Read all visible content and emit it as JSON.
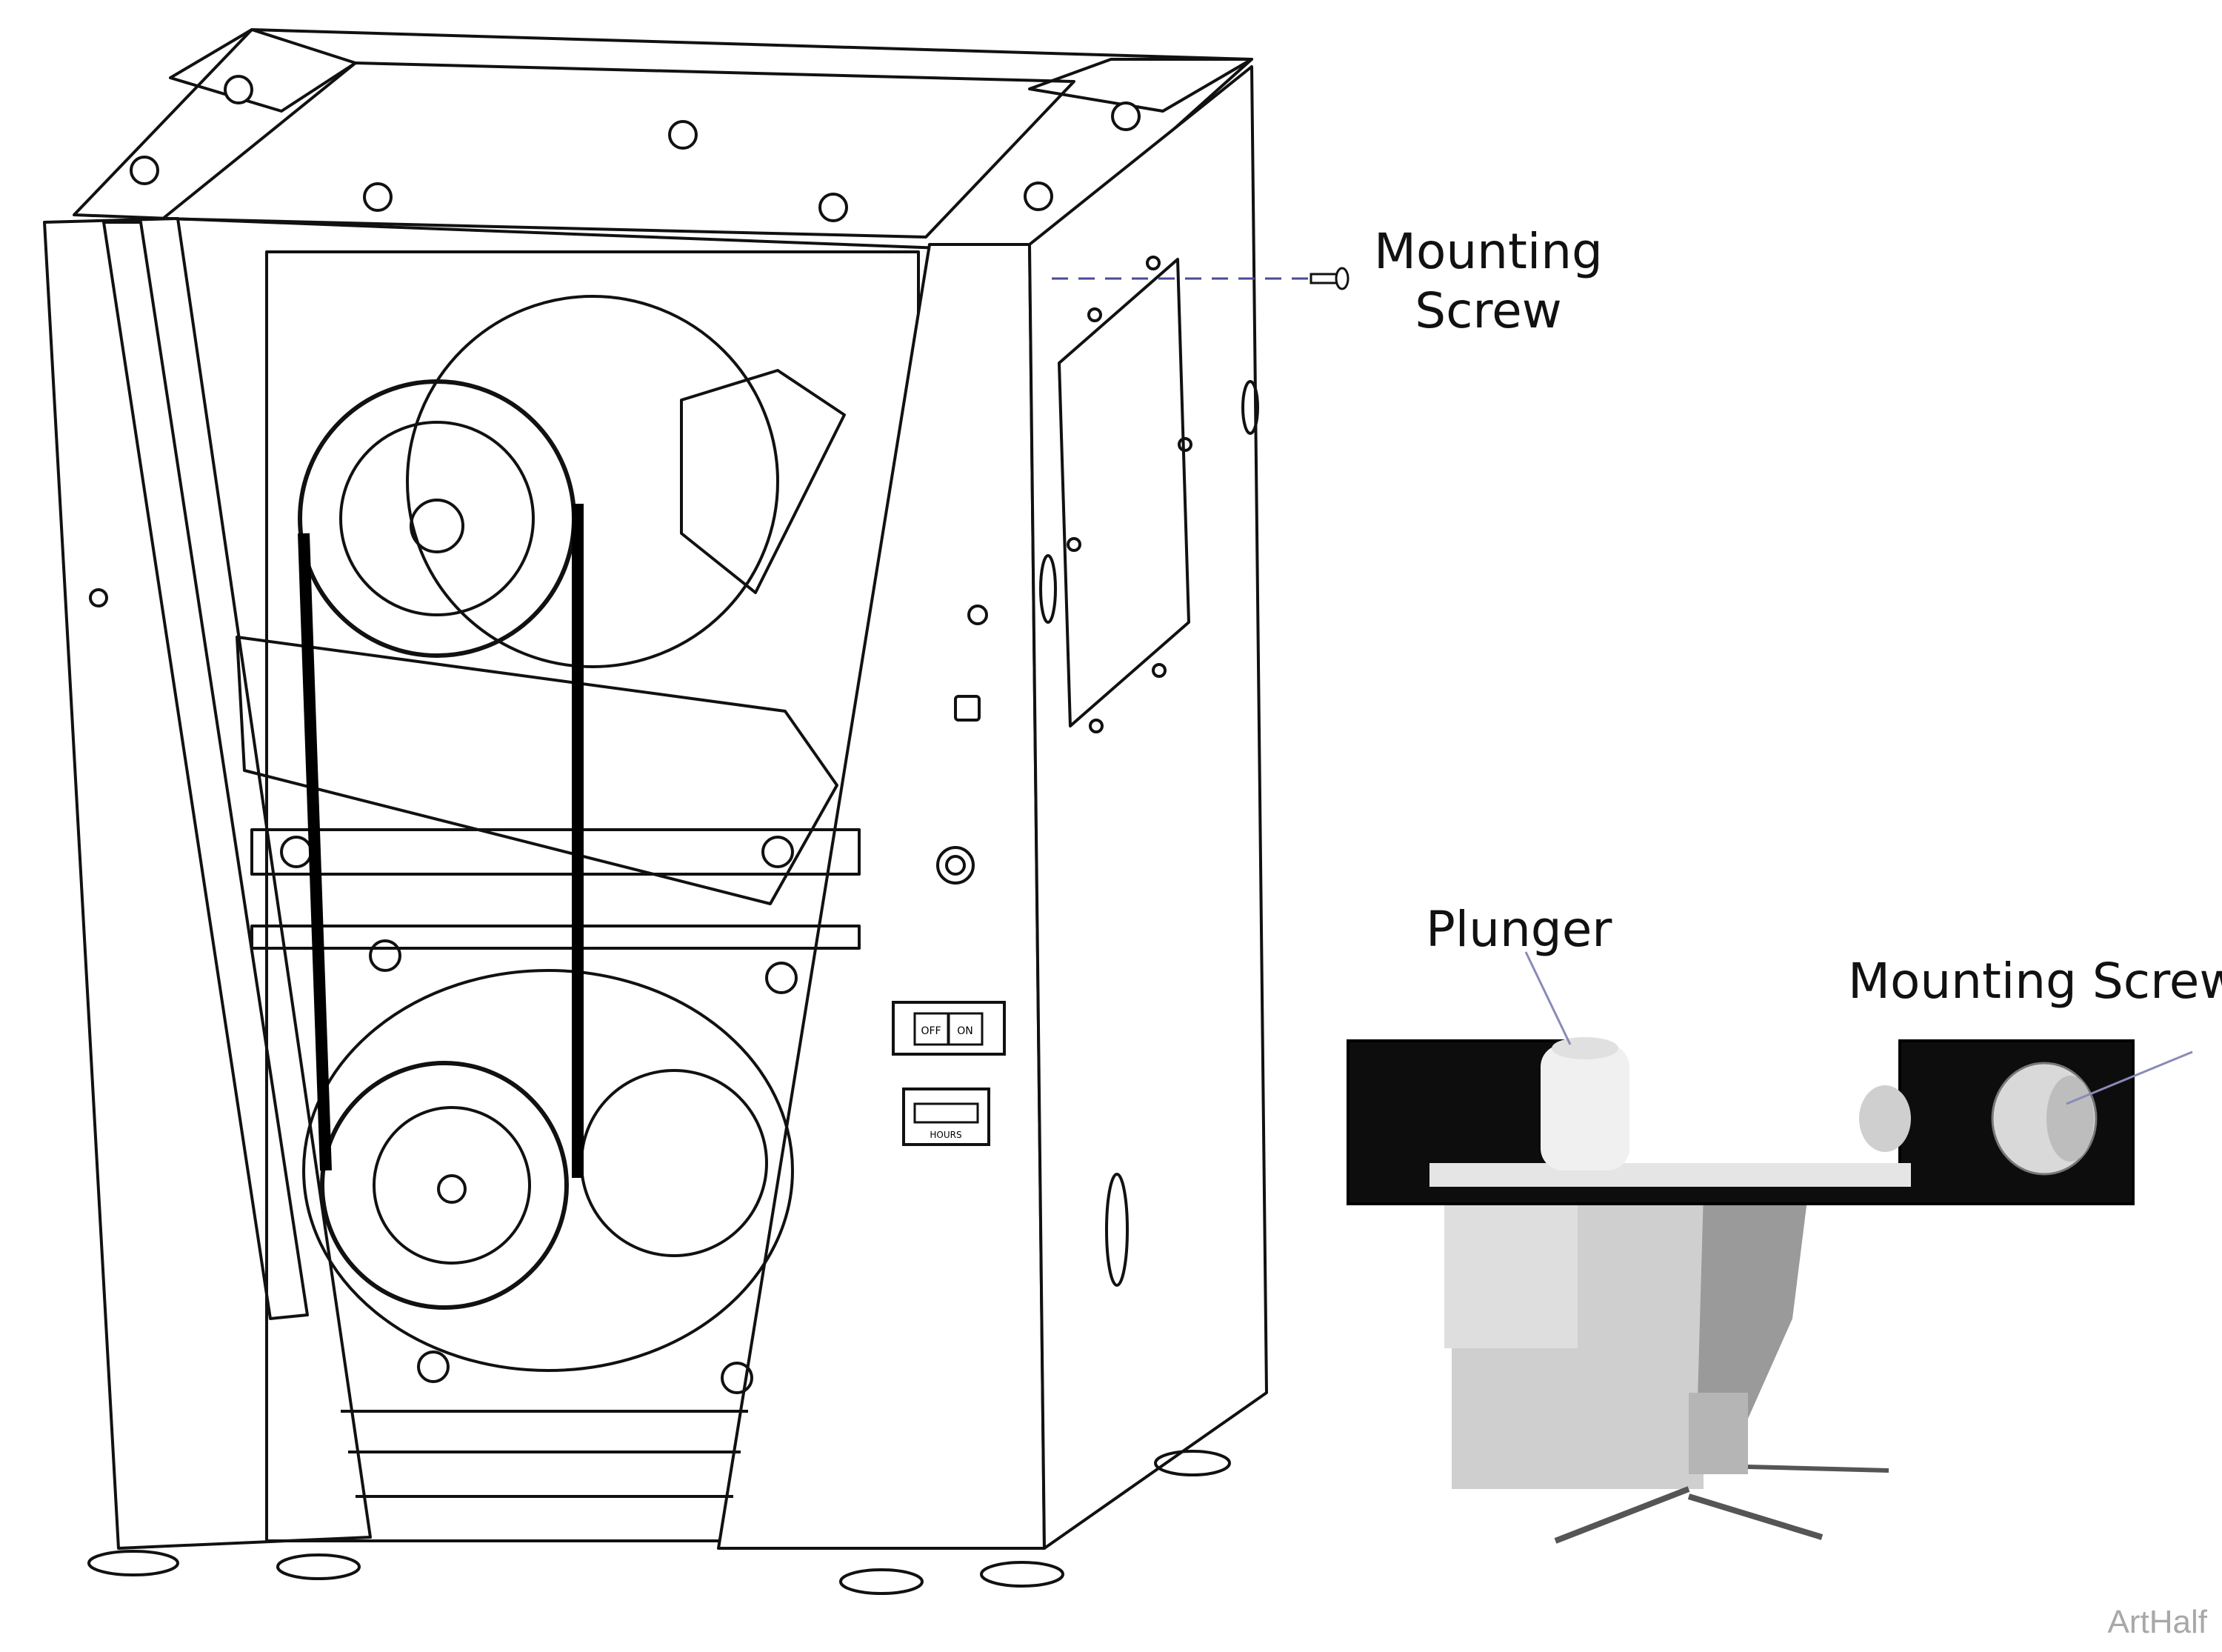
{
  "labels": {
    "mounting_screw_top_line1": "Mounting",
    "mounting_screw_top_line2": "Screw",
    "plunger": "Plunger",
    "mounting_screw_inset": "Mounting Screw",
    "switch_off": "OFF",
    "switch_on": "ON",
    "hour_meter": "HOURS",
    "footer": "ArtHalf"
  },
  "colors": {
    "line": "#111111",
    "leader_dashed": "#4a4a9a",
    "leader_inset": "#8a8ab8",
    "bracket": "#0d0d0d",
    "switch_body": "#cfcfcf"
  }
}
